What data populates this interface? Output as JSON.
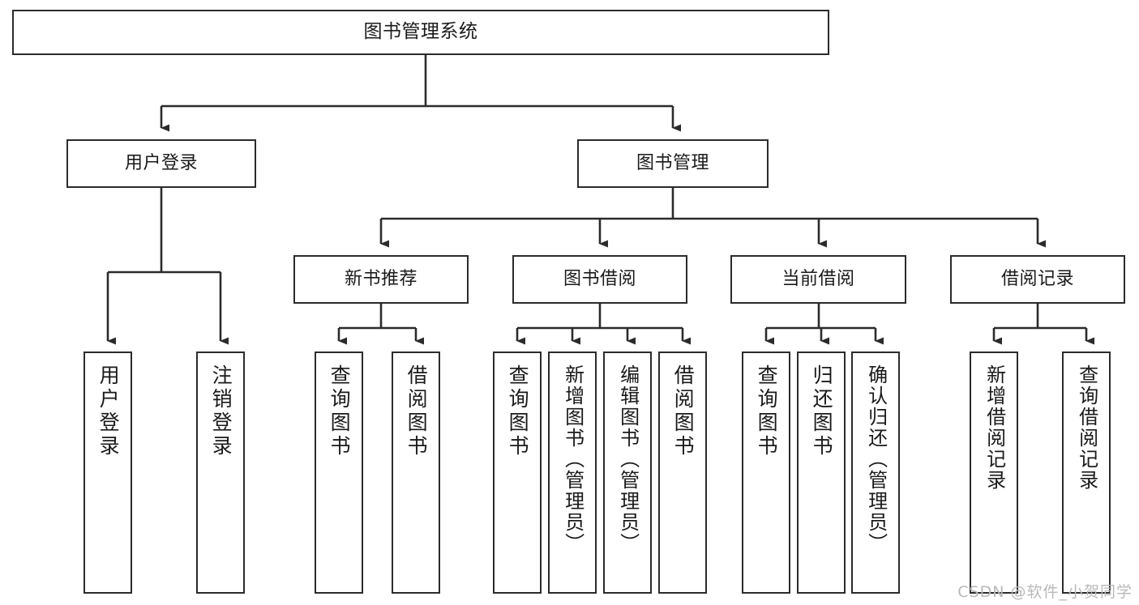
{
  "diagram": {
    "title": "图书管理系统",
    "type": "tree",
    "watermark": "CSDN @软件_小贺同学",
    "colors": {
      "stroke": "#2b2b2b",
      "fill": "#ffffff",
      "text": "#1a1a1a",
      "watermark": "#b9b9b9"
    },
    "nodes": {
      "root": {
        "label": "图书管理系统"
      },
      "user_login": {
        "label": "用户登录"
      },
      "book_manage": {
        "label": "图书管理"
      },
      "new_book_rec": {
        "label": "新书推荐"
      },
      "book_borrow": {
        "label": "图书借阅"
      },
      "current_borrow": {
        "label": "当前借阅"
      },
      "borrow_record": {
        "label": "借阅记录"
      },
      "leaf_user_login": {
        "label": "用户登录"
      },
      "leaf_logout": {
        "label": "注销登录"
      },
      "leaf_query_book_1": {
        "label": "查询图书"
      },
      "leaf_borrow_book_1": {
        "label": "借阅图书"
      },
      "leaf_query_book_2": {
        "label": "查询图书"
      },
      "leaf_add_book": {
        "label": "新增图书（管理员）"
      },
      "leaf_edit_book": {
        "label": "编辑图书（管理员）"
      },
      "leaf_borrow_book_2": {
        "label": "借阅图书"
      },
      "leaf_query_book_3": {
        "label": "查询图书"
      },
      "leaf_return_book": {
        "label": "归还图书"
      },
      "leaf_confirm_return": {
        "label": "确认归还（管理员）"
      },
      "leaf_add_record": {
        "label": "新增借阅记录"
      },
      "leaf_query_record": {
        "label": "查询借阅记录"
      }
    }
  }
}
